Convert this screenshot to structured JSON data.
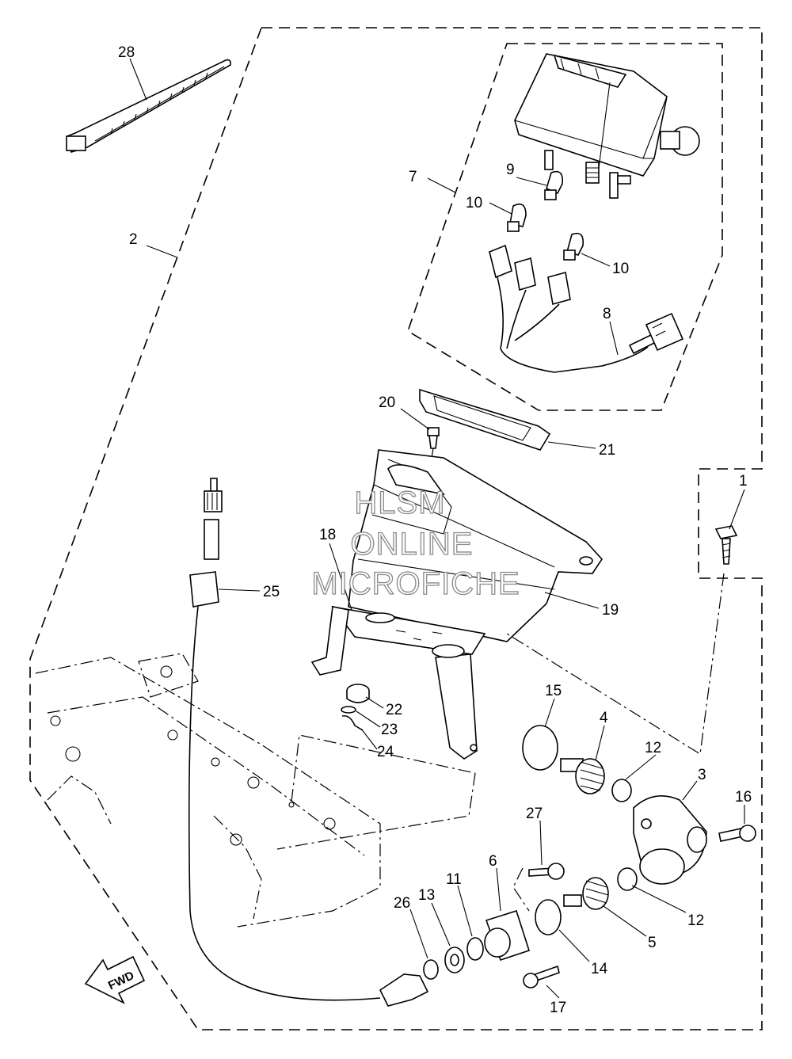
{
  "callouts": {
    "p1": "1",
    "p2": "2",
    "p3": "3",
    "p4": "4",
    "p5": "5",
    "p6": "6",
    "p7": "7",
    "p8": "8",
    "p9": "9",
    "p10a": "10",
    "p10b": "10",
    "p11": "11",
    "p12a": "12",
    "p12b": "12",
    "p13": "13",
    "p14": "14",
    "p15": "15",
    "p16": "16",
    "p17": "17",
    "p18": "18",
    "p19": "19",
    "p20": "20",
    "p21": "21",
    "p22": "22",
    "p23": "23",
    "p24": "24",
    "p25": "25",
    "p26": "26",
    "p27": "27",
    "p28": "28"
  },
  "watermark": {
    "line1": "HLSM",
    "line2": "ONLINE",
    "line3": "MICROFICHE"
  },
  "direction_arrow": "FWD"
}
